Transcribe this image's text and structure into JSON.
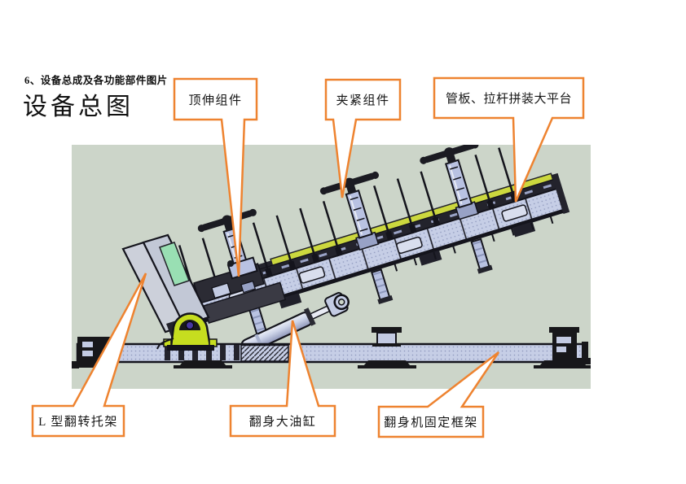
{
  "page": {
    "section_heading": "6、设备总成及各功能部件图片",
    "title": "设备总图"
  },
  "figure": {
    "description": "side view of pipe-plate turnover machine",
    "callouts": {
      "top_extension": "顶伸组件",
      "clamping": "夹紧组件",
      "platform": "管板、拉杆拼装大平台",
      "l_bracket": "L 型翻转托架",
      "oil_cylinder": "翻身大油缸",
      "fixed_frame": "翻身机固定框架"
    },
    "colors": {
      "panel_background": "#ccd5c9",
      "callout_border": "#ee8330",
      "machine_body": "#c6cee6",
      "outline": "#14141c",
      "pivot_block": "#c6dd1f",
      "pivot_pin": "#4636a0",
      "bracket_pad": "#99dfb3",
      "rail_stripe": "#ccd83e"
    }
  }
}
